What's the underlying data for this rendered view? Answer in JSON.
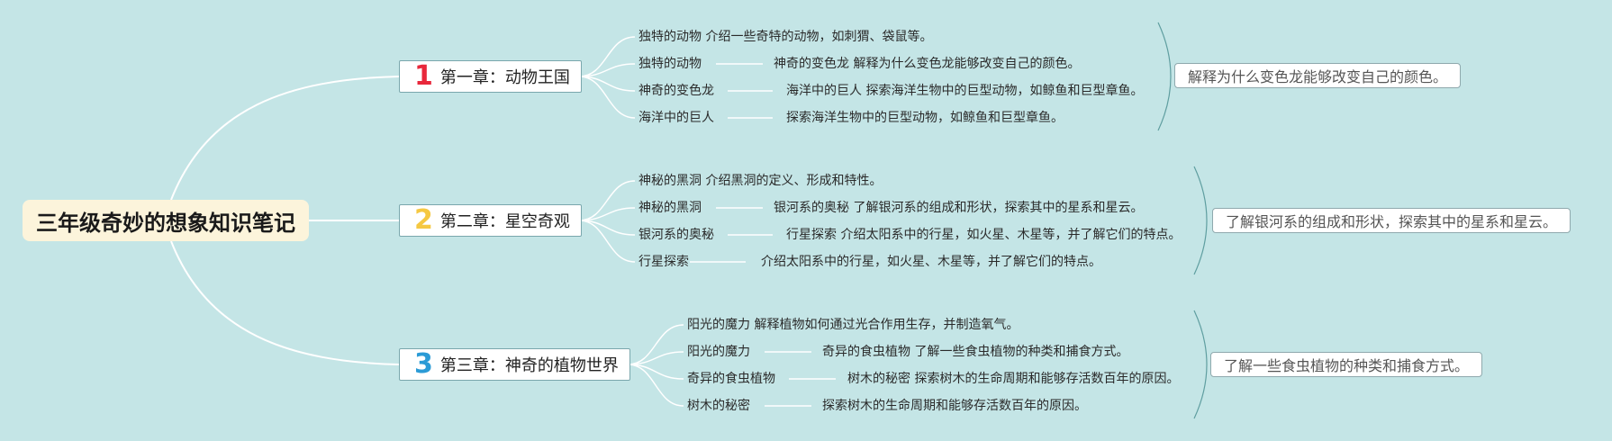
{
  "root": {
    "title": "三年级奇妙的想象知识笔记"
  },
  "chapters": [
    {
      "num": "1",
      "title": "第一章：动物王国",
      "color": "#e8283b",
      "items": [
        {
          "label": "独特的动物 介绍一些奇特的动物，如刺猬、袋鼠等。",
          "detail": ""
        },
        {
          "label": "独特的动物",
          "detail": "神奇的变色龙 解释为什么变色龙能够改变自己的颜色。"
        },
        {
          "label": "神奇的变色龙",
          "detail": "海洋中的巨人 探索海洋生物中的巨型动物，如鲸鱼和巨型章鱼。"
        },
        {
          "label": "海洋中的巨人",
          "detail": "探索海洋生物中的巨型动物，如鲸鱼和巨型章鱼。"
        }
      ],
      "summary": "解释为什么变色龙能够改变自己的颜色。"
    },
    {
      "num": "2",
      "title": "第二章：星空奇观",
      "color": "#f5c842",
      "items": [
        {
          "label": "神秘的黑洞 介绍黑洞的定义、形成和特性。",
          "detail": ""
        },
        {
          "label": "神秘的黑洞",
          "detail": "银河系的奥秘 了解银河系的组成和形状，探索其中的星系和星云。"
        },
        {
          "label": "银河系的奥秘",
          "detail": "行星探索 介绍太阳系中的行星，如火星、木星等，并了解它们的特点。"
        },
        {
          "label": "行星探索",
          "detail": "介绍太阳系中的行星，如火星、木星等，并了解它们的特点。"
        }
      ],
      "summary": "了解银河系的组成和形状，探索其中的星系和星云。"
    },
    {
      "num": "3",
      "title": "第三章：神奇的植物世界",
      "color": "#2b9bd6",
      "items": [
        {
          "label": "阳光的魔力 解释植物如何通过光合作用生存，并制造氧气。",
          "detail": ""
        },
        {
          "label": "阳光的魔力",
          "detail": "奇异的食虫植物 了解一些食虫植物的种类和捕食方式。"
        },
        {
          "label": "奇异的食虫植物",
          "detail": "树木的秘密 探索树木的生命周期和能够存活数百年的原因。"
        },
        {
          "label": "树木的秘密",
          "detail": "探索树木的生命周期和能够存活数百年的原因。"
        }
      ],
      "summary": "了解一些食虫植物的种类和捕食方式。"
    }
  ]
}
